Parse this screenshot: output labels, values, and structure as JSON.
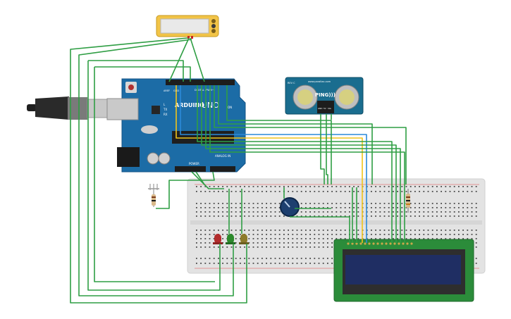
{
  "arduino": {
    "brand": "ARDUINO",
    "model": "UNO",
    "power_label": "POWER",
    "analog_label": "ANALOG IN",
    "digital_label": "DIGITAL (PWM~)",
    "pin_labels": {
      "l": "L",
      "tx": "TX",
      "rx": "RX",
      "on": "ON",
      "aref": "AREF",
      "gnd": "GND"
    }
  },
  "ultrasonic": {
    "label": "PING)))",
    "top_text": "www.parallax.com",
    "rev": "REV C",
    "pin_labels": [
      "GND",
      "5V",
      "SIG"
    ]
  },
  "colors": {
    "wire_green": "#2f9e44",
    "wire_yellow": "#f0c419",
    "wire_blue": "#2b8ad8",
    "arduino_blue": "#1c6ca6",
    "breadboard": "#e2e2e2",
    "lcd_board": "#2b8c3a",
    "lcd_screen": "#1f2e63",
    "sensor_board": "#1a6d8f",
    "piezo_body": "#f2c447"
  },
  "leds": [
    {
      "name": "red-led",
      "color": "#b22d2d"
    },
    {
      "name": "green-led",
      "color": "#2c8a2c"
    },
    {
      "name": "yellow-led",
      "color": "#8d7a2a"
    }
  ],
  "icons": [
    "usb-cable-icon",
    "potentiometer-icon",
    "photoresistor-icon",
    "resistor-icon",
    "piezo-buzzer-icon",
    "lcd-display-icon"
  ]
}
